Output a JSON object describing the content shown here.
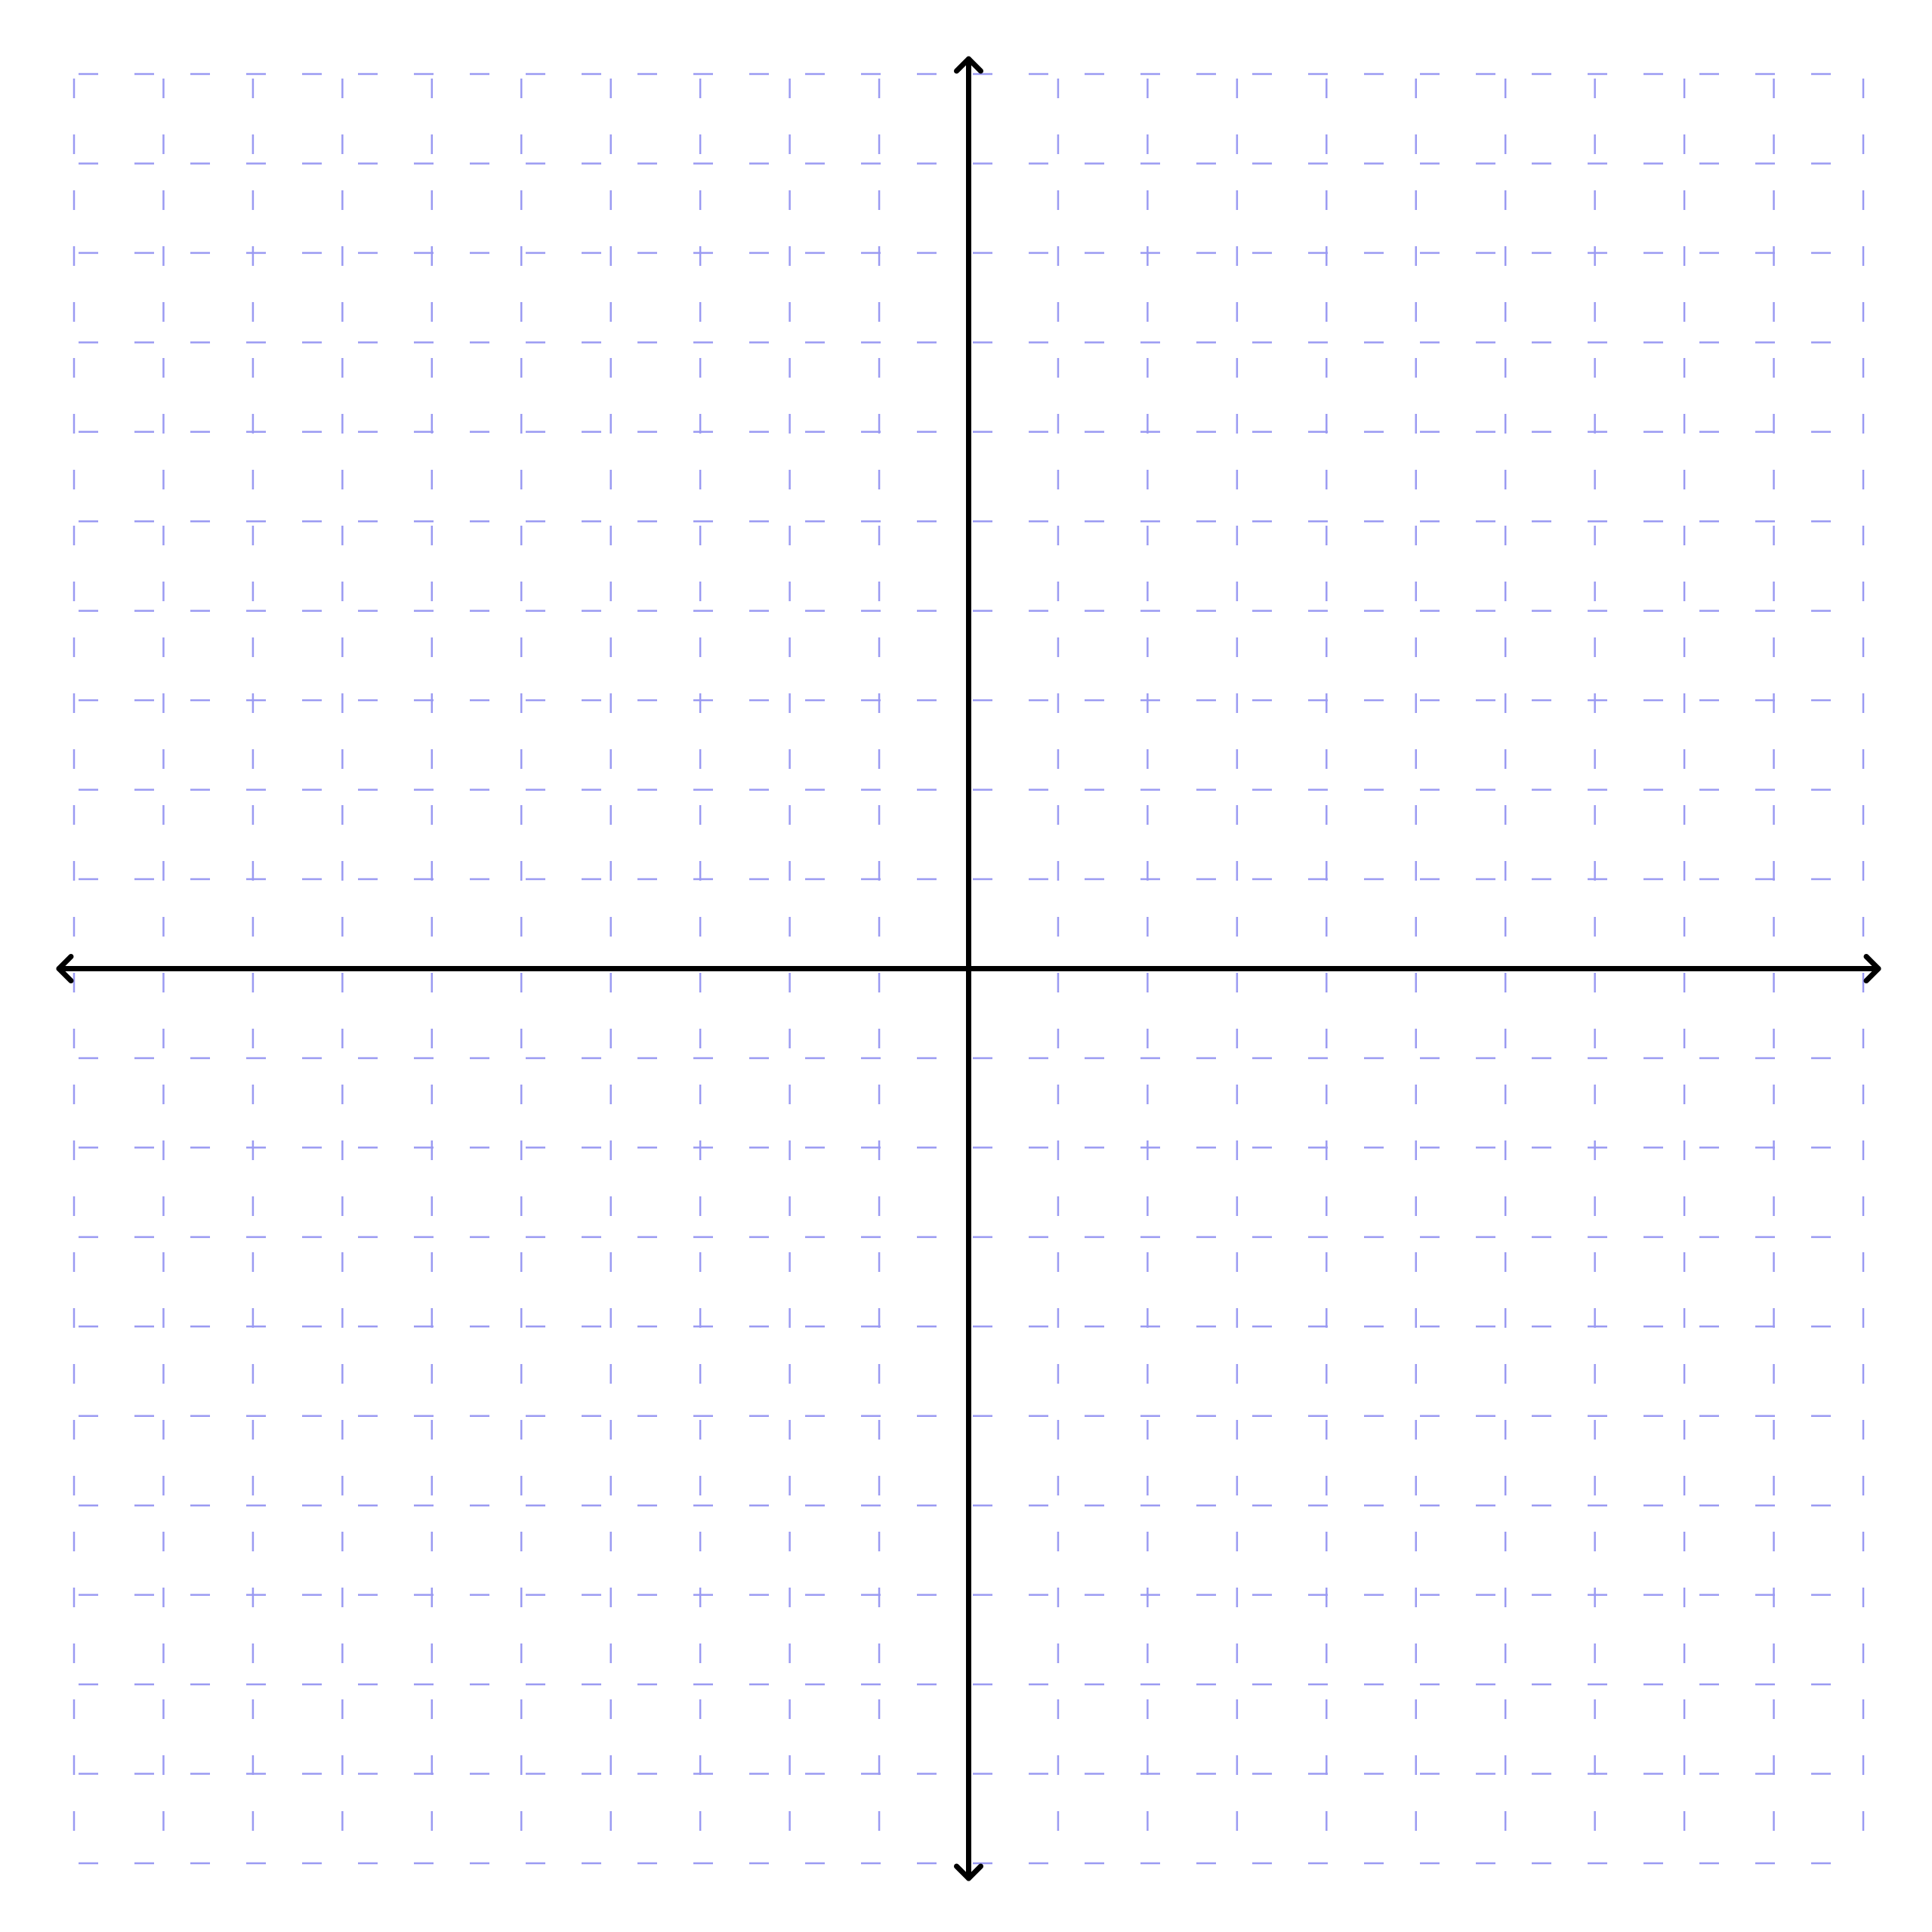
{
  "chart_data": {
    "type": "coordinate-plane",
    "xlim": [
      -10,
      10
    ],
    "ylim": [
      -10,
      10
    ],
    "grid": true,
    "grid_step": 1,
    "grid_style": "dashed",
    "axis_arrows": true,
    "tick_labels": false
  },
  "colors": {
    "background": "#ffffff",
    "grid": "#9a9af2",
    "axis": "#000000"
  }
}
